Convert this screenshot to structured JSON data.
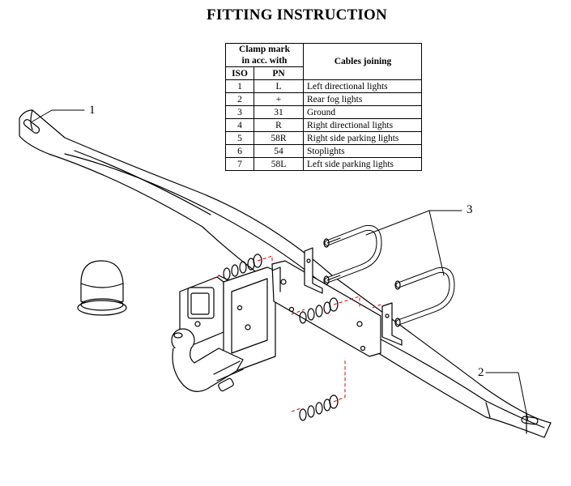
{
  "title": "FITTING INSTRUCTION",
  "table": {
    "header_clamp_line1": "Clamp mark",
    "header_clamp_line2": "in acc. with",
    "header_cables": "Cables joining",
    "header_iso": "ISO",
    "header_pn": "PN",
    "rows": [
      {
        "iso": "1",
        "pn": "L",
        "cable": "Left directional lights"
      },
      {
        "iso": "2",
        "pn": "+",
        "cable": "Rear fog lights"
      },
      {
        "iso": "3",
        "pn": "31",
        "cable": "Ground"
      },
      {
        "iso": "4",
        "pn": "R",
        "cable": "Right directional lights"
      },
      {
        "iso": "5",
        "pn": "58R",
        "cable": "Right side parking lights"
      },
      {
        "iso": "6",
        "pn": "54",
        "cable": "Stoplights"
      },
      {
        "iso": "7",
        "pn": "58L",
        "cable": "Left side parking lights"
      }
    ]
  },
  "callouts": {
    "c1": "1",
    "c2": "2",
    "c3": "3"
  },
  "colors": {
    "line": "#000000",
    "dash": "#e00000"
  }
}
